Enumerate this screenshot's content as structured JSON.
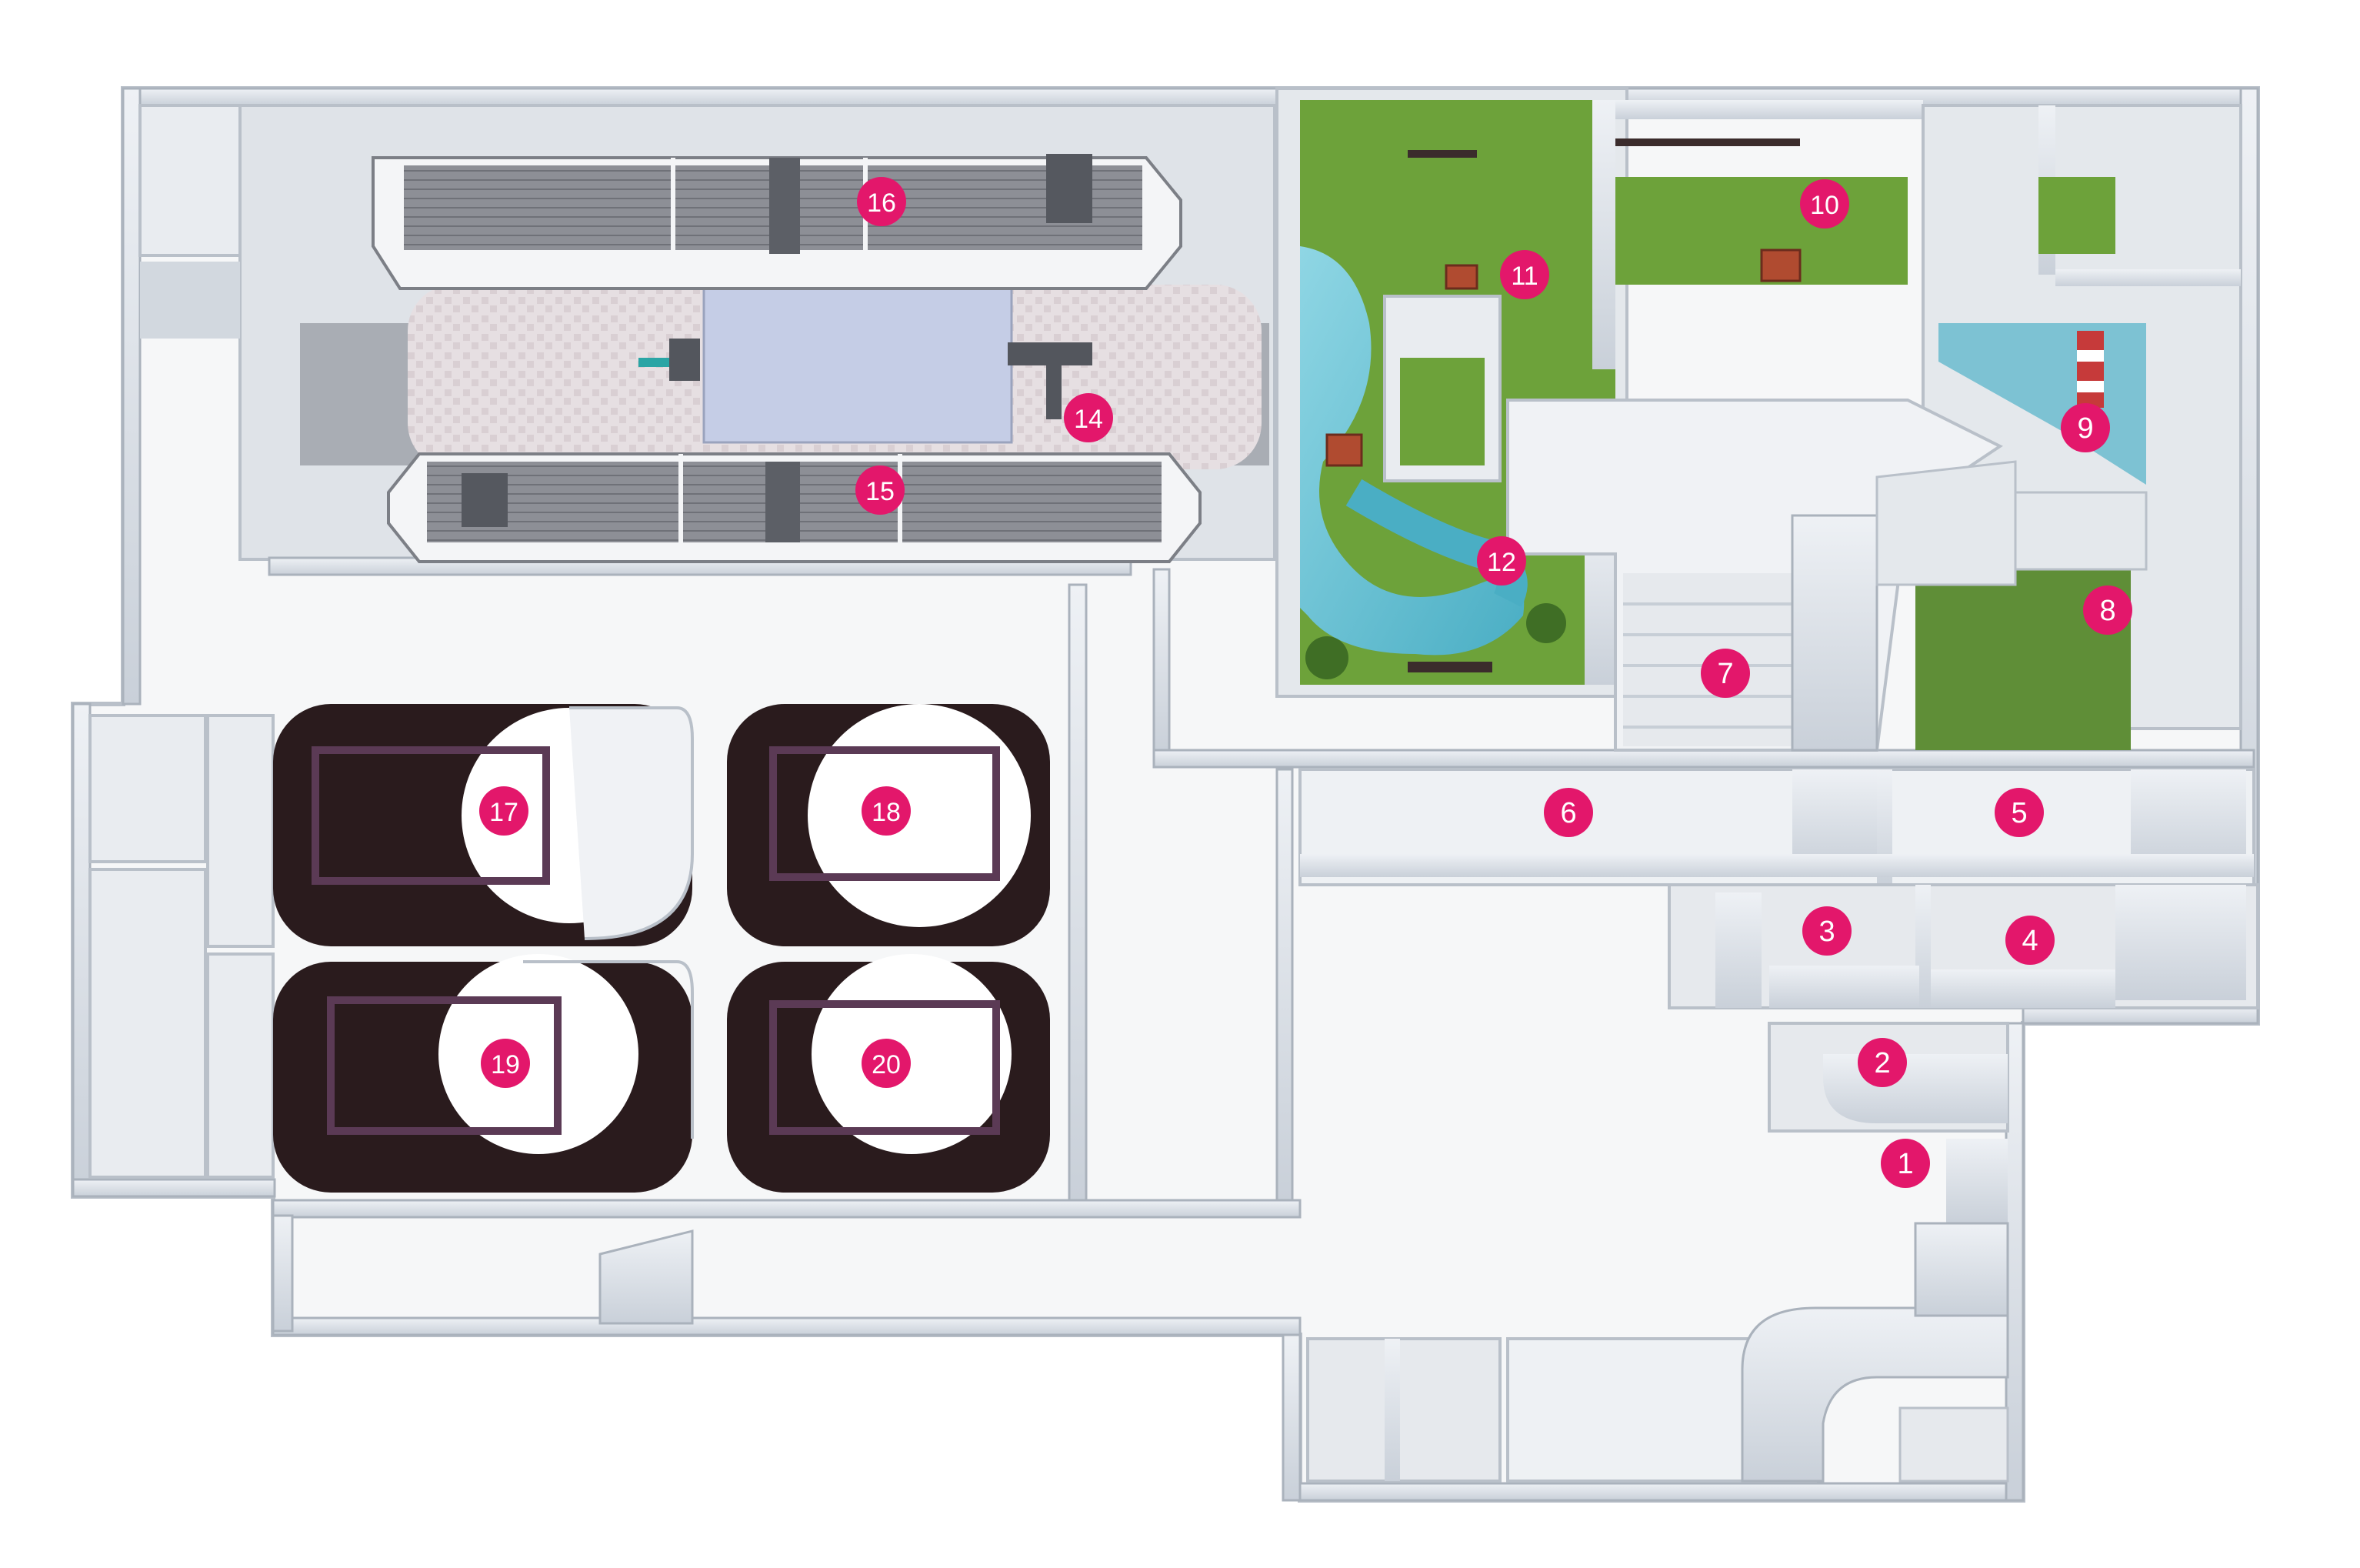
{
  "map": {
    "kind": "museum-floor-plan",
    "marker_color": "#e3176b",
    "wall_color": "#e8ecf1",
    "floor_color": "#f6f7f8",
    "lawn_color": "#6da23a",
    "water_color": "#6cc4d6",
    "dark_floor_color": "#2a1b1d",
    "markers": [
      {
        "id": "1",
        "label": "1",
        "area": "entrance"
      },
      {
        "id": "2",
        "label": "2",
        "area": "reception"
      },
      {
        "id": "3",
        "label": "3",
        "area": "room"
      },
      {
        "id": "4",
        "label": "4",
        "area": "room"
      },
      {
        "id": "5",
        "label": "5",
        "area": "corridor"
      },
      {
        "id": "6",
        "label": "6",
        "area": "corridor"
      },
      {
        "id": "7",
        "label": "7",
        "area": "staircase"
      },
      {
        "id": "8",
        "label": "8",
        "area": "lawn-room"
      },
      {
        "id": "9",
        "label": "9",
        "area": "lighthouse"
      },
      {
        "id": "10",
        "label": "10",
        "area": "lawn-hall"
      },
      {
        "id": "11",
        "label": "11",
        "area": "lawn-hall"
      },
      {
        "id": "12",
        "label": "12",
        "area": "pond-garden"
      },
      {
        "id": "14",
        "label": "14",
        "area": "ship-hall"
      },
      {
        "id": "15",
        "label": "15",
        "area": "ship-lower"
      },
      {
        "id": "16",
        "label": "16",
        "area": "ship-upper"
      },
      {
        "id": "17",
        "label": "17",
        "area": "pod"
      },
      {
        "id": "18",
        "label": "18",
        "area": "pod"
      },
      {
        "id": "19",
        "label": "19",
        "area": "pod"
      },
      {
        "id": "20",
        "label": "20",
        "area": "pod"
      }
    ]
  }
}
